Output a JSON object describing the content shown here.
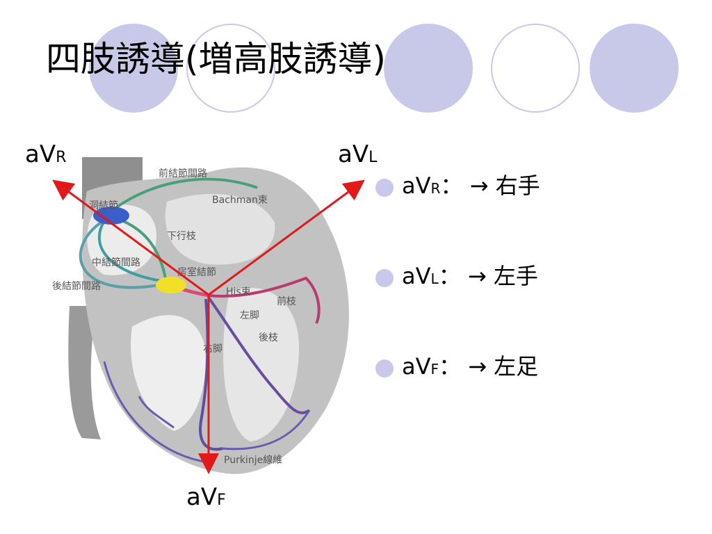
{
  "title": "四肢誘導(増高肢誘導)",
  "leads": {
    "avr": {
      "main": "aV",
      "sub": "R"
    },
    "avl": {
      "main": "aV",
      "sub": "L"
    },
    "avf": {
      "main": "aV",
      "sub": "F"
    }
  },
  "heart_labels": {
    "anterior_internodal": "前結節間路",
    "bachmann": "Bachman束",
    "sinus_node": "洞結節",
    "descending_branch": "下行枝",
    "middle_internodal": "中結節間路",
    "av_node": "房室結節",
    "posterior_internodal": "後結節間路",
    "his_bundle": "His束",
    "anterior_fascicle": "前枝",
    "left_bundle": "左脚",
    "posterior_fascicle": "後枝",
    "right_bundle": "右脚",
    "purkinje": "Purkinje線維"
  },
  "bullets": [
    {
      "lead": "aV",
      "sub": "R",
      "rest": "：  →  右手"
    },
    {
      "lead": "aV",
      "sub": "L",
      "rest": "：  →  左手"
    },
    {
      "lead": "aV",
      "sub": "F",
      "rest": "：  →  左足"
    }
  ],
  "colors": {
    "arrow": "#e31818",
    "accent": "#c8c8e8"
  }
}
